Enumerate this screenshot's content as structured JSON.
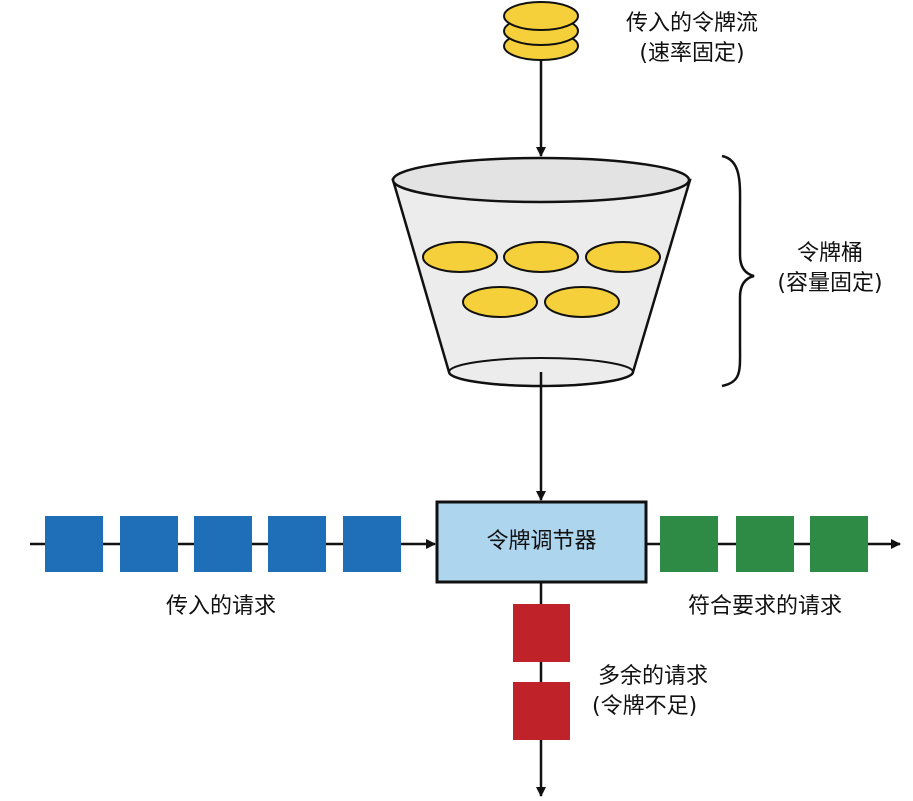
{
  "labels": {
    "incoming_tokens": {
      "line1": "传入的令牌流",
      "line2": "(速率固定)"
    },
    "bucket": {
      "line1": "令牌桶",
      "line2": "(容量固定)"
    },
    "regulator": "令牌调节器",
    "incoming_requests": "传入的请求",
    "conforming_requests": "符合要求的请求",
    "excess_requests": {
      "line1": "多余的请求",
      "line2": "(令牌不足)"
    }
  },
  "counts": {
    "tokens_in_stream": 3,
    "tokens_in_bucket": 5,
    "incoming_requests": 5,
    "conforming_requests": 3,
    "excess_requests": 2
  },
  "colors": {
    "token_fill": "#f5d03b",
    "bucket_fill": "#ececec",
    "regulator_fill": "#aed5ee",
    "incoming_request": "#1f6fb8",
    "conforming_request": "#2e8b45",
    "excess_request": "#c0222a",
    "line": "#111111"
  }
}
